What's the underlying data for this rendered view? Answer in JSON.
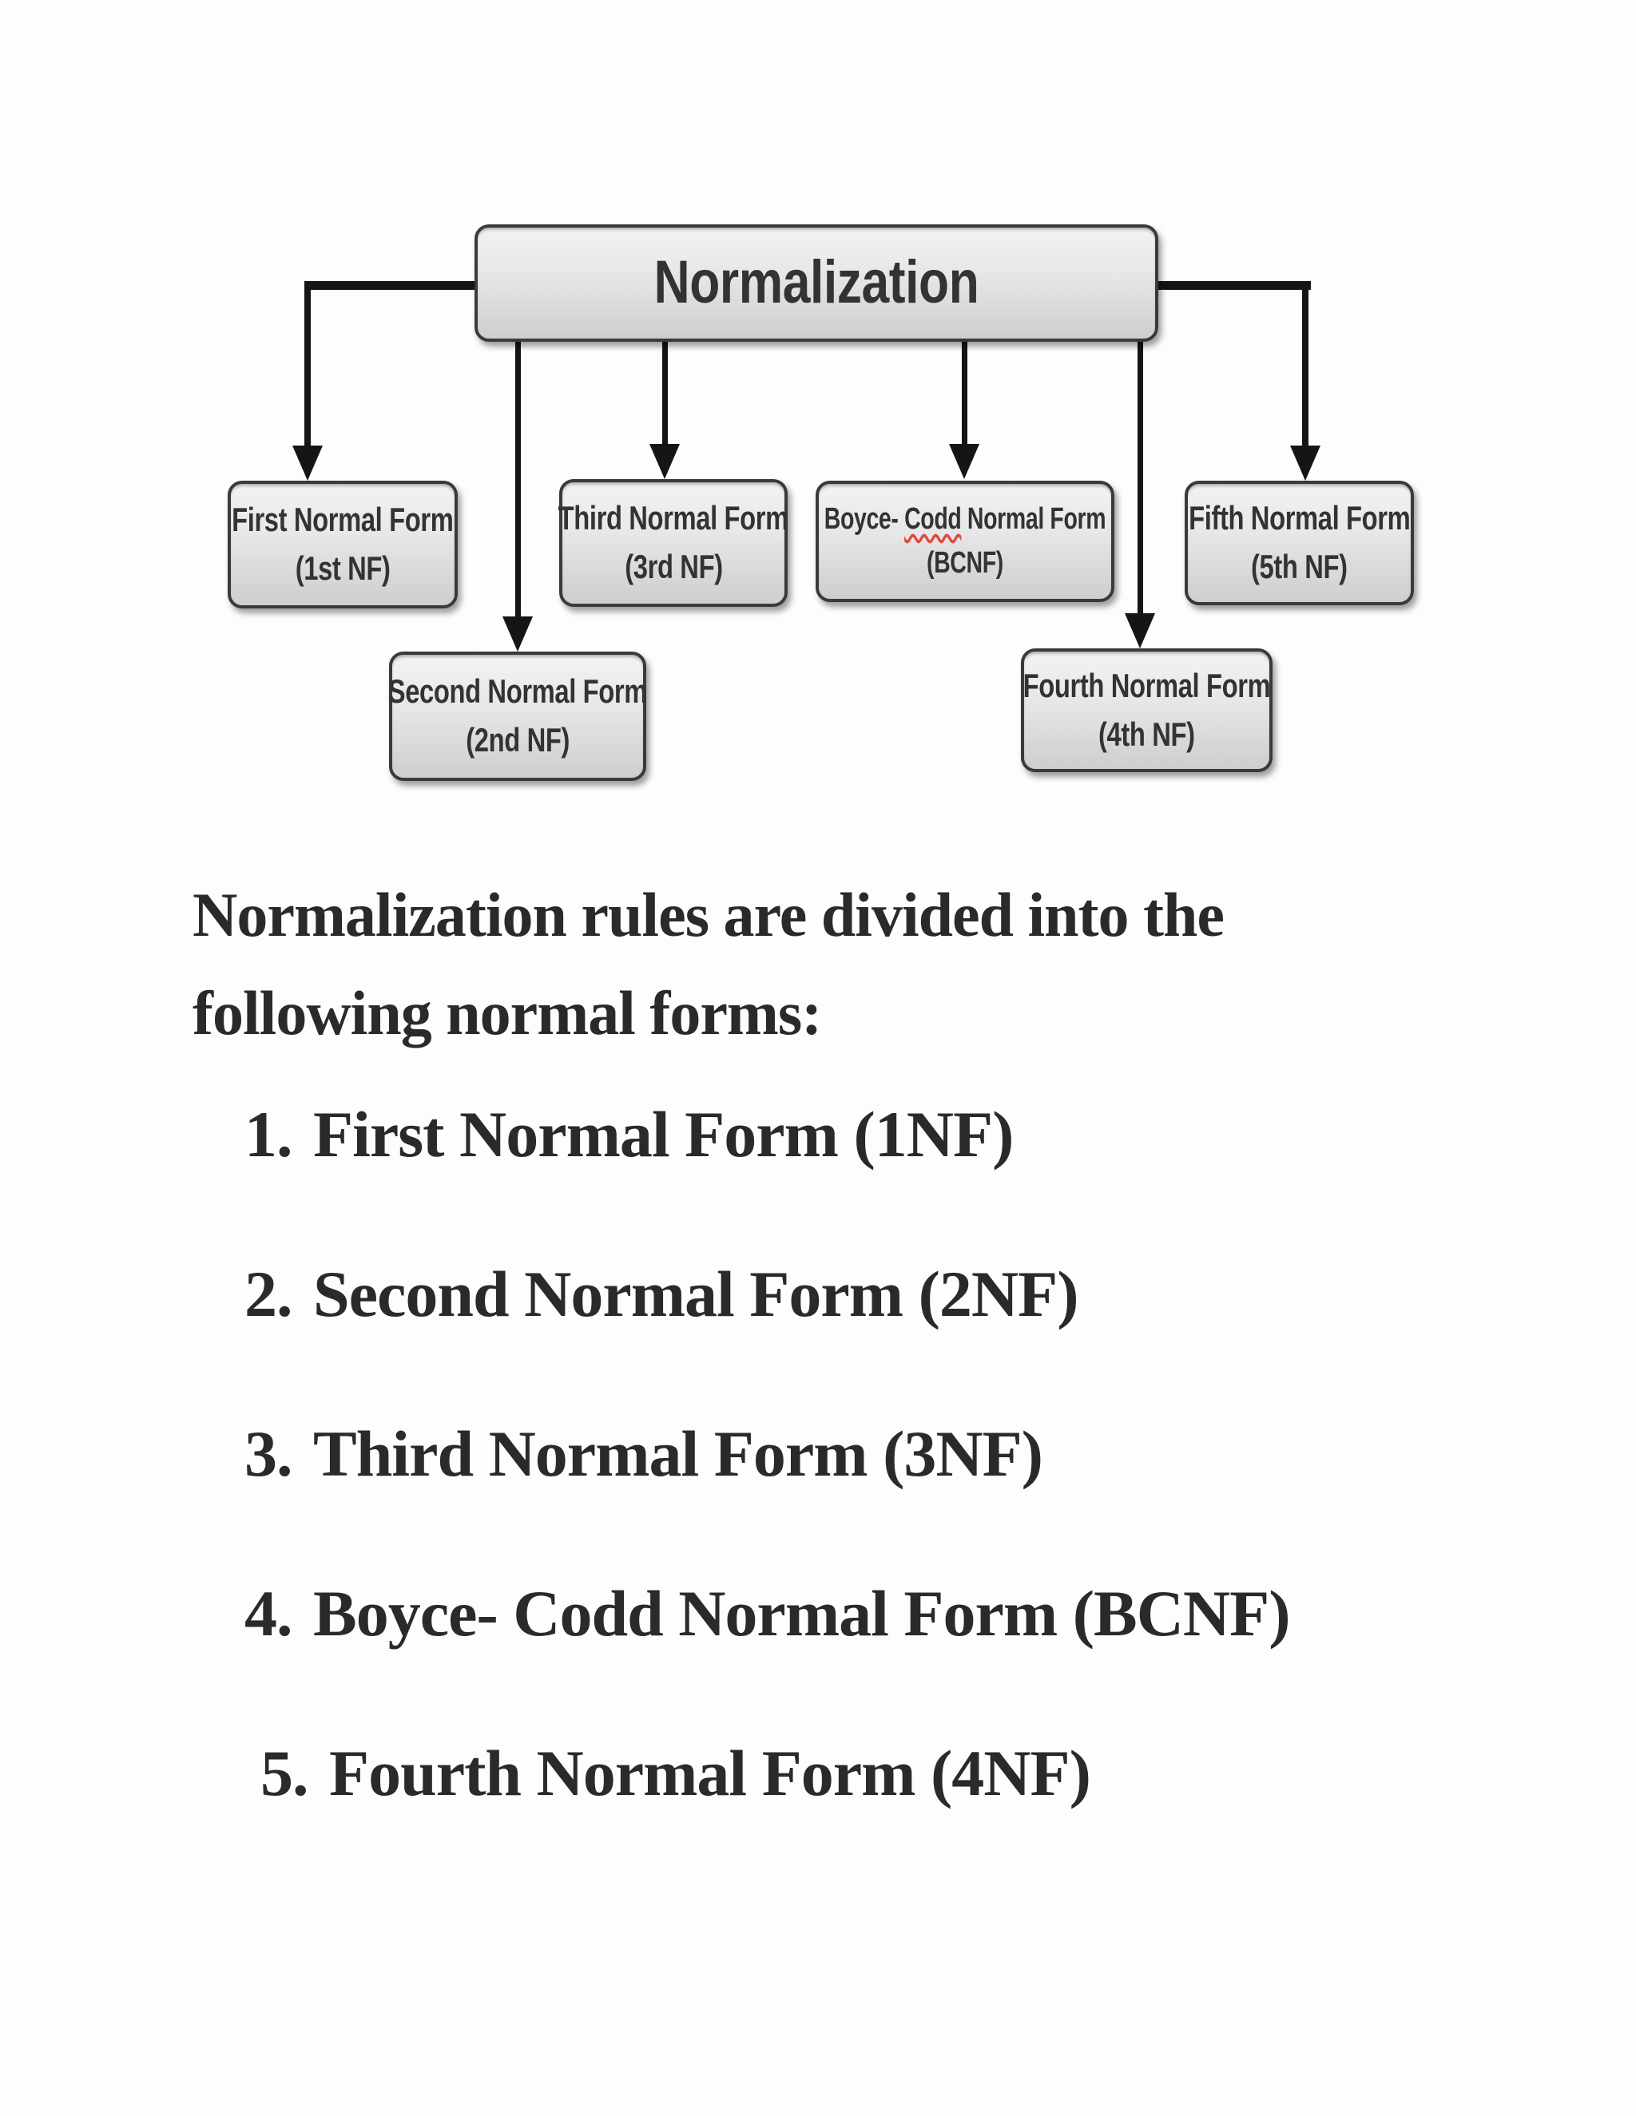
{
  "diagram": {
    "root": {
      "label": "Normalization"
    },
    "boxes": [
      {
        "id": "first",
        "line1": "First Normal Form",
        "line2": "(1st NF)"
      },
      {
        "id": "second",
        "line1": "Second Normal Form",
        "line2": "(2nd NF)"
      },
      {
        "id": "third",
        "line1": "Third Normal Form",
        "line2": "(3rd NF)"
      },
      {
        "id": "boyce",
        "line1_prefix": "Boyce- ",
        "line1_flagged": "Codd",
        "line1_suffix": " Normal Form",
        "line2": "(BCNF)"
      },
      {
        "id": "fourth",
        "line1": "Fourth Normal Form",
        "line2": "(4th NF)"
      },
      {
        "id": "fifth",
        "line1": "Fifth Normal Form",
        "line2": "(5th NF)"
      }
    ],
    "colors": {
      "box_border": "#3a3a3a",
      "box_fill_top": "#f3f3f3",
      "box_fill_bottom": "#cecece",
      "box_text": "#333333",
      "arrow": "#151515",
      "spellcheck_underline": "#e0483e"
    }
  },
  "content": {
    "heading_line1": "Normalization rules are divided into the",
    "heading_line2": "following normal forms:",
    "text_color": "#2a2a2a",
    "list": [
      {
        "number": "1.",
        "label": "First Normal Form (1NF)"
      },
      {
        "number": "2.",
        "label": "Second Normal Form (2NF)"
      },
      {
        "number": "3.",
        "label": "Third Normal Form (3NF)"
      },
      {
        "number": "4.",
        "label": "Boyce- Codd Normal Form (BCNF)"
      },
      {
        "number": "5.",
        "label": "Fourth Normal Form (4NF)"
      }
    ]
  }
}
